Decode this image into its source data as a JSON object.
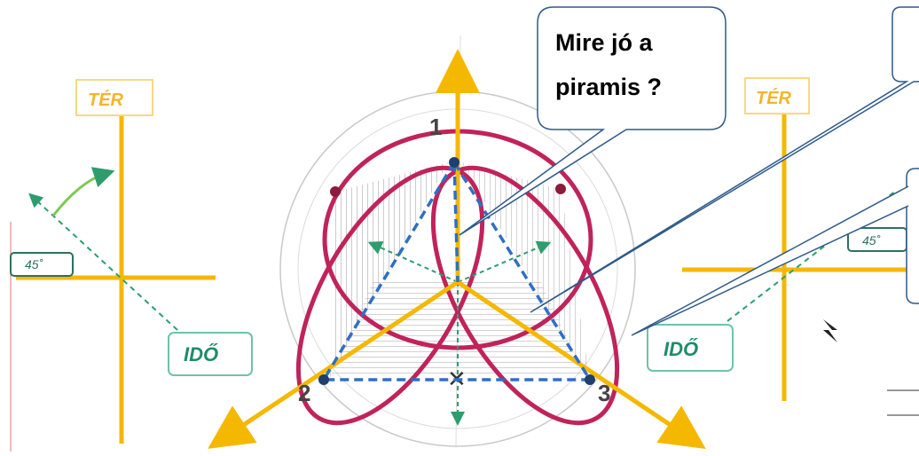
{
  "left_diagram": {
    "space_label": "TÉR",
    "time_label": "IDŐ",
    "angle_label": "45˚"
  },
  "right_diagram": {
    "space_label": "TÉR",
    "time_label": "IDŐ",
    "angle_label": "45˚"
  },
  "vertex_labels": [
    "1",
    "2",
    "3"
  ],
  "callout": {
    "line1": "Mire jó a",
    "line2": "piramis ?"
  },
  "colors": {
    "axis": "#f5b800",
    "ellipse": "#c0235a",
    "pyramid": "#2f6fc4",
    "guide": "#2e9d6e",
    "label_box": "#6fc3a8"
  }
}
